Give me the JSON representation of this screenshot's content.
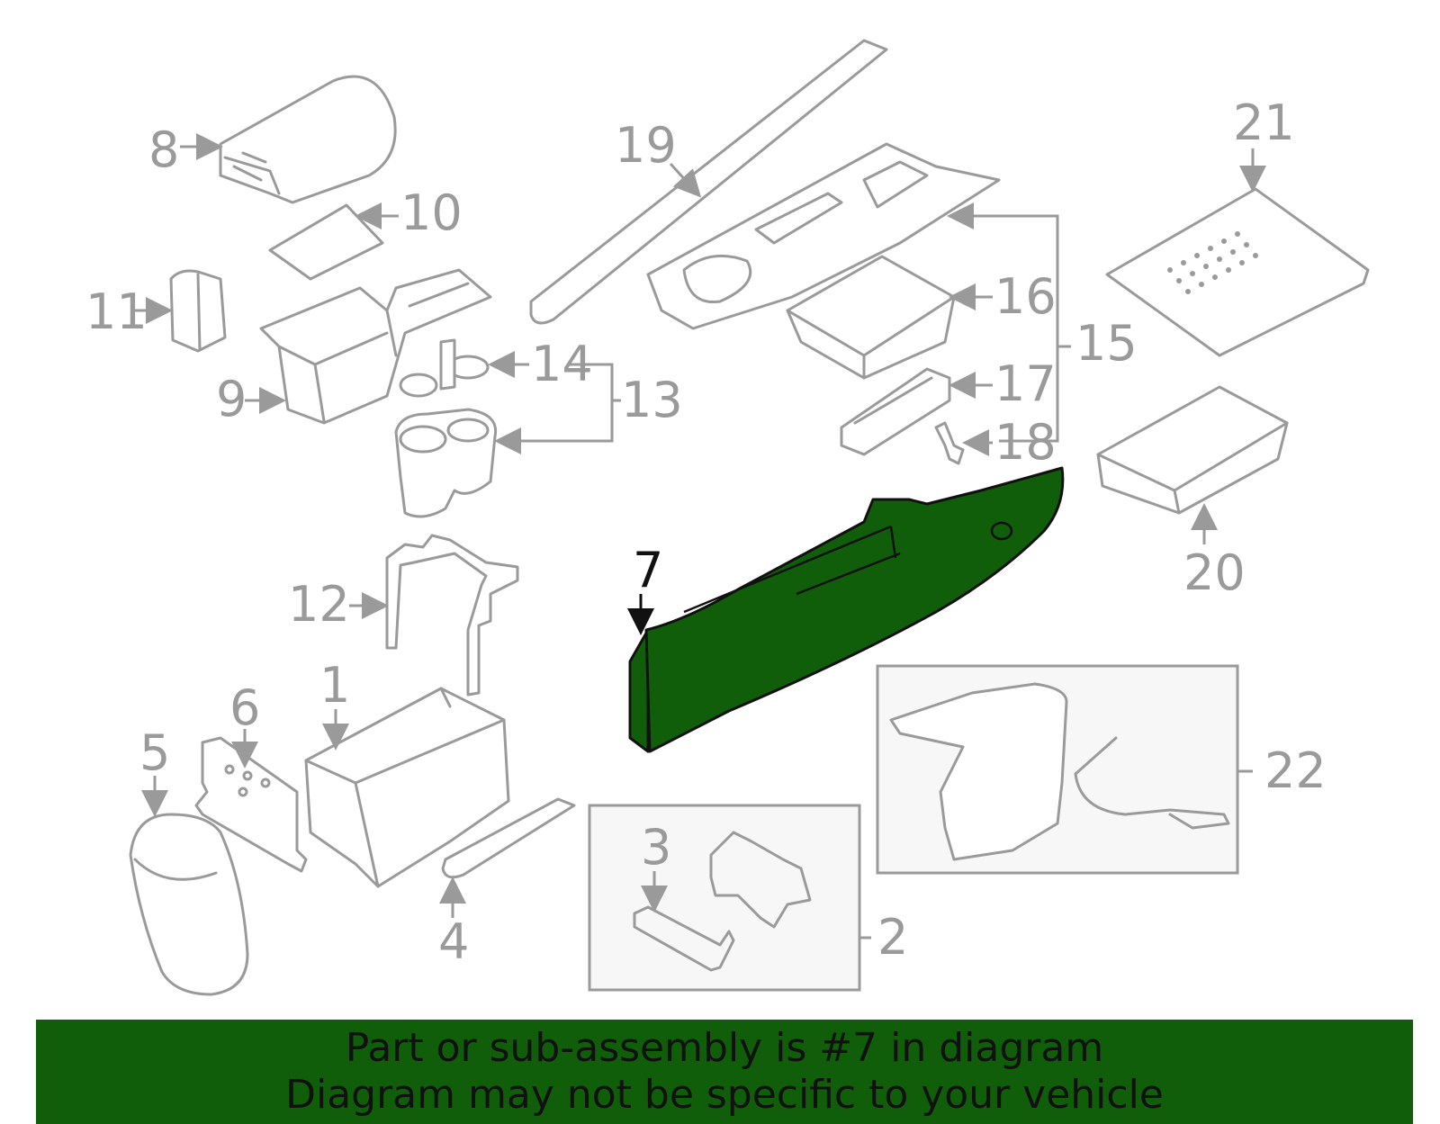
{
  "labels": {
    "l1": "1",
    "l2": "2",
    "l3": "3",
    "l4": "4",
    "l5": "5",
    "l6": "6",
    "l7": "7",
    "l8": "8",
    "l9": "9",
    "l10": "10",
    "l11": "11",
    "l12": "12",
    "l13": "13",
    "l14": "14",
    "l15": "15",
    "l16": "16",
    "l17": "17",
    "l18": "18",
    "l19": "19",
    "l20": "20",
    "l21": "21",
    "l22": "22"
  },
  "highlighted_part": "7",
  "banner": {
    "line1": "Part or sub-assembly is #7 in diagram",
    "line2": "Diagram may not be specific to your vehicle"
  },
  "colors": {
    "highlight": "#115e0a",
    "part_outline": "#9a9a9a",
    "label_dark": "#111111"
  }
}
